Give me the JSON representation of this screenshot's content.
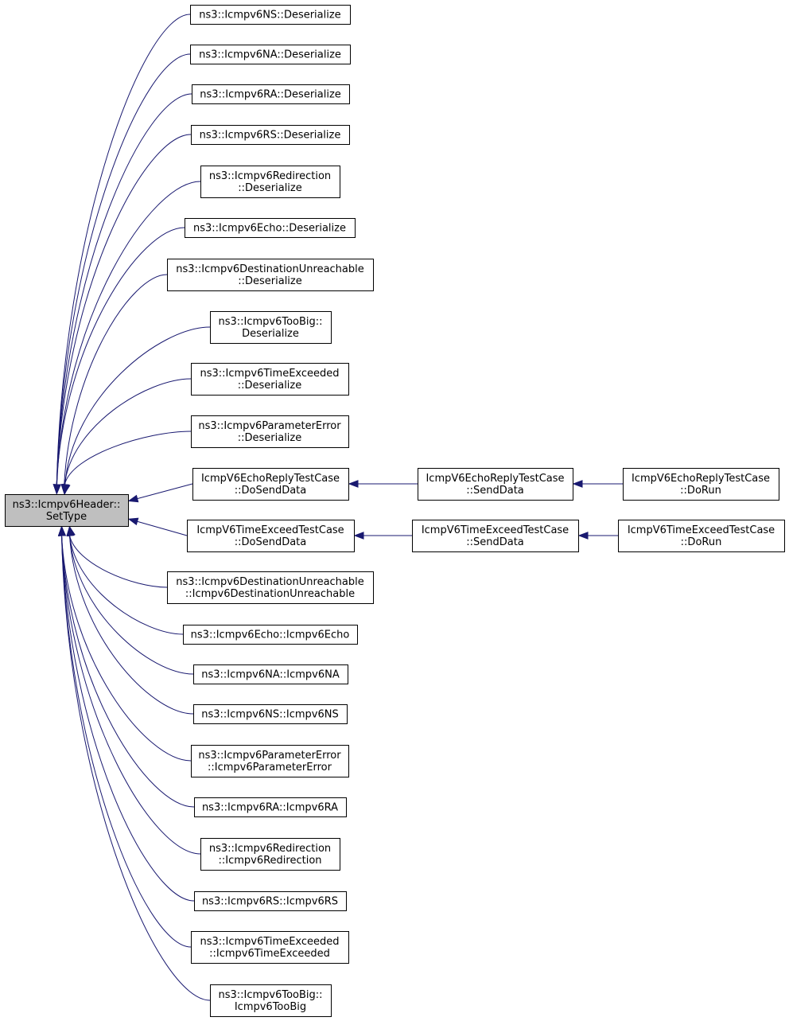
{
  "colors": {
    "edge": "#191970",
    "root_fill": "#bfbfbf",
    "node_fill": "#ffffff",
    "node_border": "#000000"
  },
  "root": {
    "id": "root",
    "lines": [
      "ns3::Icmpv6Header::",
      "SetType"
    ]
  },
  "nodes": [
    {
      "id": "n1",
      "lines": [
        "ns3::Icmpv6NS::Deserialize"
      ]
    },
    {
      "id": "n2",
      "lines": [
        "ns3::Icmpv6NA::Deserialize"
      ]
    },
    {
      "id": "n3",
      "lines": [
        "ns3::Icmpv6RA::Deserialize"
      ]
    },
    {
      "id": "n4",
      "lines": [
        "ns3::Icmpv6RS::Deserialize"
      ]
    },
    {
      "id": "n5",
      "lines": [
        "ns3::Icmpv6Redirection",
        "::Deserialize"
      ]
    },
    {
      "id": "n6",
      "lines": [
        "ns3::Icmpv6Echo::Deserialize"
      ]
    },
    {
      "id": "n7",
      "lines": [
        "ns3::Icmpv6DestinationUnreachable",
        "::Deserialize"
      ]
    },
    {
      "id": "n8",
      "lines": [
        "ns3::Icmpv6TooBig::",
        "Deserialize"
      ]
    },
    {
      "id": "n9",
      "lines": [
        "ns3::Icmpv6TimeExceeded",
        "::Deserialize"
      ]
    },
    {
      "id": "n10",
      "lines": [
        "ns3::Icmpv6ParameterError",
        "::Deserialize"
      ]
    },
    {
      "id": "n11",
      "lines": [
        "IcmpV6EchoReplyTestCase",
        "::DoSendData"
      ]
    },
    {
      "id": "n12",
      "lines": [
        "IcmpV6EchoReplyTestCase",
        "::SendData"
      ]
    },
    {
      "id": "n13",
      "lines": [
        "IcmpV6EchoReplyTestCase",
        "::DoRun"
      ]
    },
    {
      "id": "n14",
      "lines": [
        "IcmpV6TimeExceedTestCase",
        "::DoSendData"
      ]
    },
    {
      "id": "n15",
      "lines": [
        "IcmpV6TimeExceedTestCase",
        "::SendData"
      ]
    },
    {
      "id": "n16",
      "lines": [
        "IcmpV6TimeExceedTestCase",
        "::DoRun"
      ]
    },
    {
      "id": "n17",
      "lines": [
        "ns3::Icmpv6DestinationUnreachable",
        "::Icmpv6DestinationUnreachable"
      ]
    },
    {
      "id": "n18",
      "lines": [
        "ns3::Icmpv6Echo::Icmpv6Echo"
      ]
    },
    {
      "id": "n19",
      "lines": [
        "ns3::Icmpv6NA::Icmpv6NA"
      ]
    },
    {
      "id": "n20",
      "lines": [
        "ns3::Icmpv6NS::Icmpv6NS"
      ]
    },
    {
      "id": "n21",
      "lines": [
        "ns3::Icmpv6ParameterError",
        "::Icmpv6ParameterError"
      ]
    },
    {
      "id": "n22",
      "lines": [
        "ns3::Icmpv6RA::Icmpv6RA"
      ]
    },
    {
      "id": "n23",
      "lines": [
        "ns3::Icmpv6Redirection",
        "::Icmpv6Redirection"
      ]
    },
    {
      "id": "n24",
      "lines": [
        "ns3::Icmpv6RS::Icmpv6RS"
      ]
    },
    {
      "id": "n25",
      "lines": [
        "ns3::Icmpv6TimeExceeded",
        "::Icmpv6TimeExceeded"
      ]
    },
    {
      "id": "n26",
      "lines": [
        "ns3::Icmpv6TooBig::",
        "Icmpv6TooBig"
      ]
    }
  ],
  "edges": [
    {
      "from": "n1",
      "to": "root"
    },
    {
      "from": "n2",
      "to": "root"
    },
    {
      "from": "n3",
      "to": "root"
    },
    {
      "from": "n4",
      "to": "root"
    },
    {
      "from": "n5",
      "to": "root"
    },
    {
      "from": "n6",
      "to": "root"
    },
    {
      "from": "n7",
      "to": "root"
    },
    {
      "from": "n8",
      "to": "root"
    },
    {
      "from": "n9",
      "to": "root"
    },
    {
      "from": "n10",
      "to": "root"
    },
    {
      "from": "n11",
      "to": "root"
    },
    {
      "from": "n14",
      "to": "root"
    },
    {
      "from": "n17",
      "to": "root"
    },
    {
      "from": "n18",
      "to": "root"
    },
    {
      "from": "n19",
      "to": "root"
    },
    {
      "from": "n20",
      "to": "root"
    },
    {
      "from": "n21",
      "to": "root"
    },
    {
      "from": "n22",
      "to": "root"
    },
    {
      "from": "n23",
      "to": "root"
    },
    {
      "from": "n24",
      "to": "root"
    },
    {
      "from": "n25",
      "to": "root"
    },
    {
      "from": "n26",
      "to": "root"
    },
    {
      "from": "n12",
      "to": "n11"
    },
    {
      "from": "n13",
      "to": "n12"
    },
    {
      "from": "n15",
      "to": "n14"
    },
    {
      "from": "n16",
      "to": "n15"
    }
  ]
}
